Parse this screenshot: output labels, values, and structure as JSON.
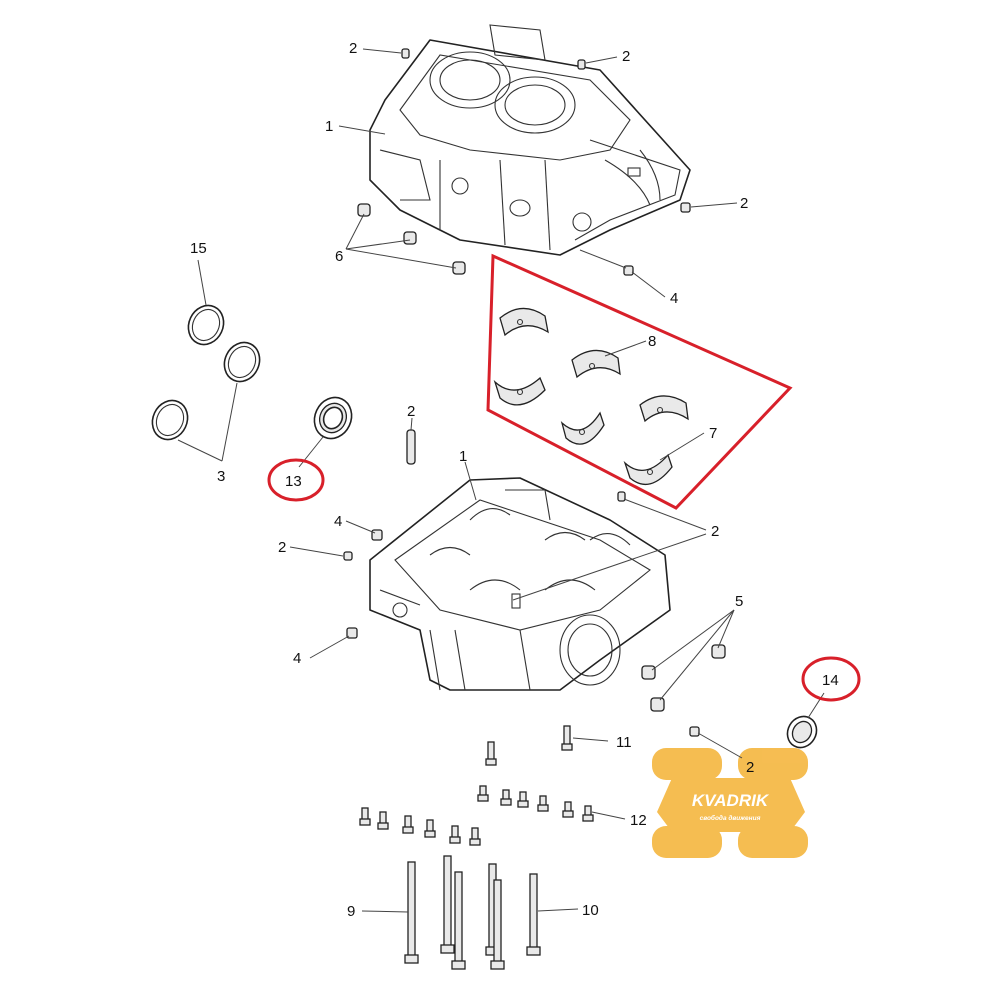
{
  "callouts": {
    "c2a": "2",
    "c2b": "2",
    "c1top": "1",
    "c2c": "2",
    "c6": "6",
    "c4a": "4",
    "c15": "15",
    "c8": "8",
    "c3": "3",
    "c2d": "2",
    "c7": "7",
    "c13": "13",
    "c1bot": "1",
    "c4b": "4",
    "c2e": "2",
    "c2f": "2",
    "c5": "5",
    "c4c": "4",
    "c14": "14",
    "c11": "11",
    "c2g": "2",
    "c12": "12",
    "c9": "9",
    "c10": "10"
  },
  "highlighted_parts": [
    "13",
    "14"
  ],
  "highlight_color": "#d8202a",
  "watermark": {
    "brand": "KVADRIK",
    "tagline": "свобода движения",
    "color": "#f5b63f"
  }
}
